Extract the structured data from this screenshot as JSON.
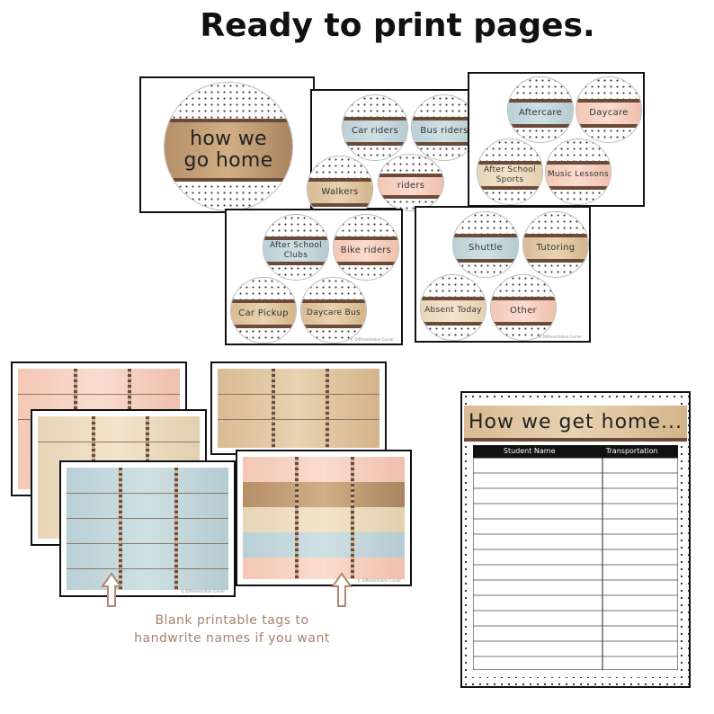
{
  "headline": "Ready to print pages.",
  "cover": {
    "line1": "how we",
    "line2": "go home"
  },
  "card2": [
    "Car riders",
    "Bus riders",
    "Walkers",
    "riders"
  ],
  "card3": [
    "Aftercare",
    "Daycare",
    "After School Sports",
    "Music Lessons"
  ],
  "card4": [
    "After School Clubs",
    "Bike riders",
    "Car Pickup",
    "Daycare Bus"
  ],
  "card5": [
    "Shuttle",
    "Tutoring",
    "Absent Today",
    "Other"
  ],
  "credit": "© Differentiation Corner",
  "caption": {
    "line1": "Blank printable tags to",
    "line2": "handwrite names if you want"
  },
  "chart": {
    "title": "How we get home...",
    "col1": "Student Name",
    "col2": "Transportation"
  },
  "colors": {
    "border": "#111111",
    "caption": "#a8826a",
    "leopard": "#6b4a38"
  }
}
